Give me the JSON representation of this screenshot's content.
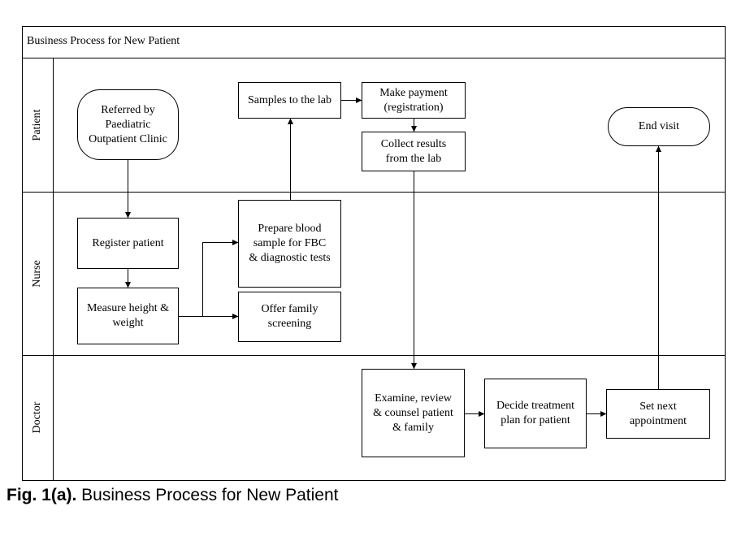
{
  "pool": {
    "title": "Business Process for New Patient"
  },
  "lanes": [
    {
      "id": "patient",
      "label": "Patient"
    },
    {
      "id": "nurse",
      "label": "Nurse"
    },
    {
      "id": "doctor",
      "label": "Doctor"
    }
  ],
  "nodes": {
    "referred": "Referred by\nPaediatric\nOutpatient Clinic",
    "samples_lab": "Samples to the lab",
    "make_payment": "Make payment\n(registration)",
    "collect_results": "Collect results\nfrom the lab",
    "end_visit": "End visit",
    "register": "Register patient",
    "measure": "Measure height &\nweight",
    "prepare_blood": "Prepare blood\nsample for FBC\n& diagnostic tests",
    "family_screening": "Offer family\nscreening",
    "examine": "Examine, review\n& counsel patient\n& family",
    "decide_treatment": "Decide treatment\nplan for patient",
    "next_appointment": "Set next\nappointment"
  },
  "caption": {
    "label": "Fig. 1(a).",
    "text": " Business Process for New Patient"
  }
}
